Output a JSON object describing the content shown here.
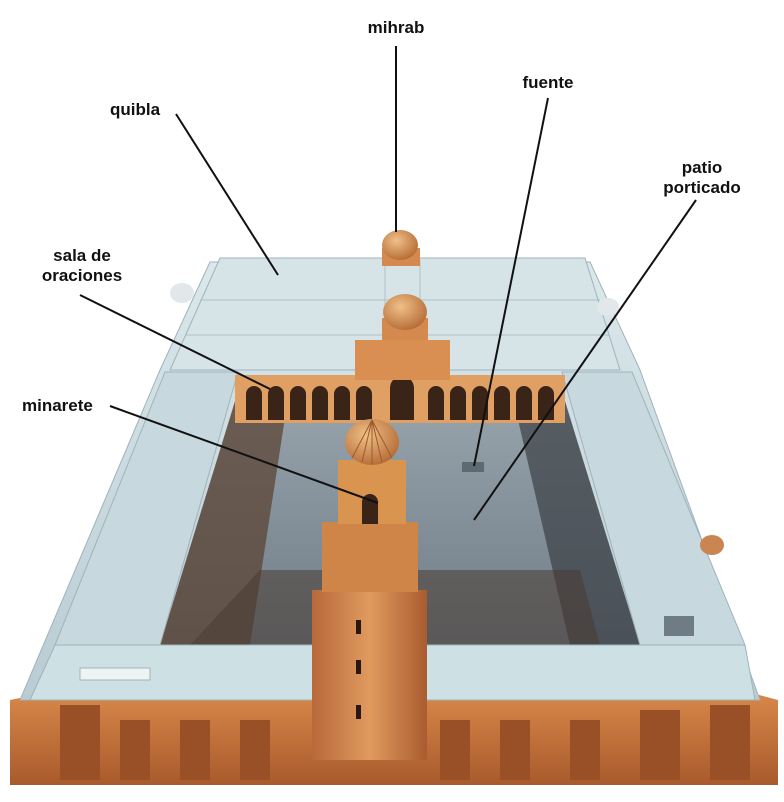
{
  "labels": {
    "mihrab": "mihrab",
    "fuente": "fuente",
    "quibla": "quibla",
    "patio_1": "patio",
    "patio_2": "porticado",
    "sala_1": "sala de",
    "sala_2": "oraciones",
    "minarete": "minarete"
  },
  "colors": {
    "background": "#ffffff",
    "roof": "#cfe1e6",
    "brick": "#c8763e",
    "courtyard": "#7f8f9c",
    "leader_line": "#111111"
  }
}
